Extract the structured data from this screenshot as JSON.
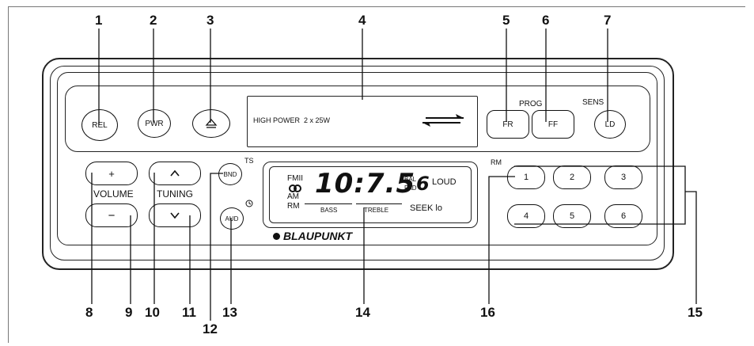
{
  "callouts_top": [
    "1",
    "2",
    "3",
    "4",
    "5",
    "6",
    "7"
  ],
  "callouts_bottom": [
    "8",
    "9",
    "10",
    "11",
    "12",
    "13",
    "14",
    "16",
    "15"
  ],
  "buttons": {
    "rel": "REL",
    "pwr": "PWR",
    "eject_icon": "eject-icon",
    "fr": "FR",
    "ff": "FF",
    "ld": "LD",
    "vol_up": "+",
    "vol_down": "−",
    "tune_up_icon": "chevron-up-icon",
    "tune_down_icon": "chevron-down-icon",
    "bnd": "BND",
    "aud": "AUD",
    "presets": [
      "1",
      "2",
      "3",
      "4",
      "5",
      "6"
    ]
  },
  "labels": {
    "prog": "PROG",
    "sens": "SENS",
    "volume": "VOLUME",
    "tuning": "TUNING",
    "ts": "TS",
    "rm_presets": "RM",
    "brand": "BLAUPUNKT"
  },
  "cassette": {
    "power_text": "HIGH POWER  2 x 25W",
    "direction_icon": "tape-direction-arrows-icon"
  },
  "display": {
    "fmii": "FMII",
    "am": "AM",
    "rm": "RM",
    "freq": "10:7.5",
    "bal": "BAL",
    "fad": "FAD",
    "level": "6",
    "loud": "LOUD",
    "bass": "BASS",
    "treble": "TREBLE",
    "seek": "SEEK lo",
    "stereo_icon": "stereo-icon"
  }
}
